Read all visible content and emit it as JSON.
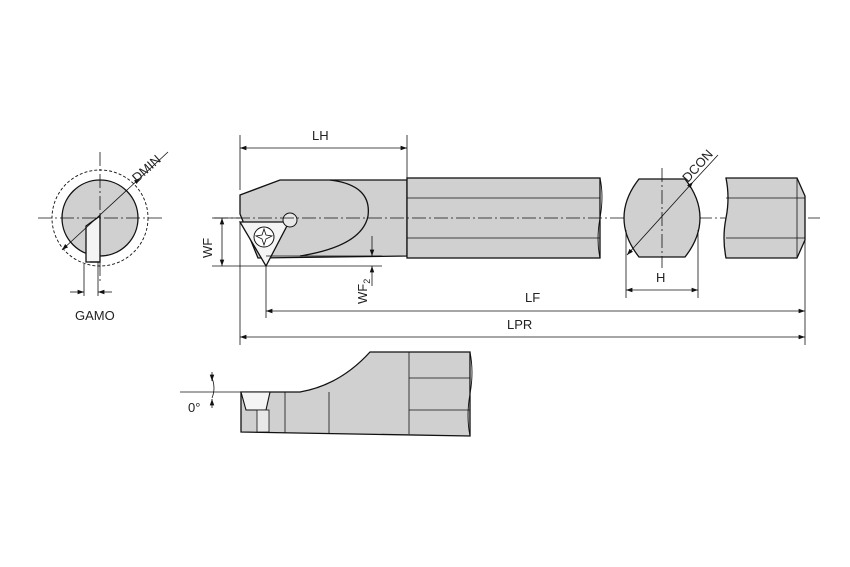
{
  "labels": {
    "lh": "LH",
    "dmin": "DMIN",
    "dcon": "DCON",
    "wf": "WF",
    "wf2_main": "WF",
    "wf2_sub": "2",
    "gamo": "GAMO",
    "lf": "LF",
    "lpr": "LPR",
    "h": "H",
    "angle": "0°"
  }
}
